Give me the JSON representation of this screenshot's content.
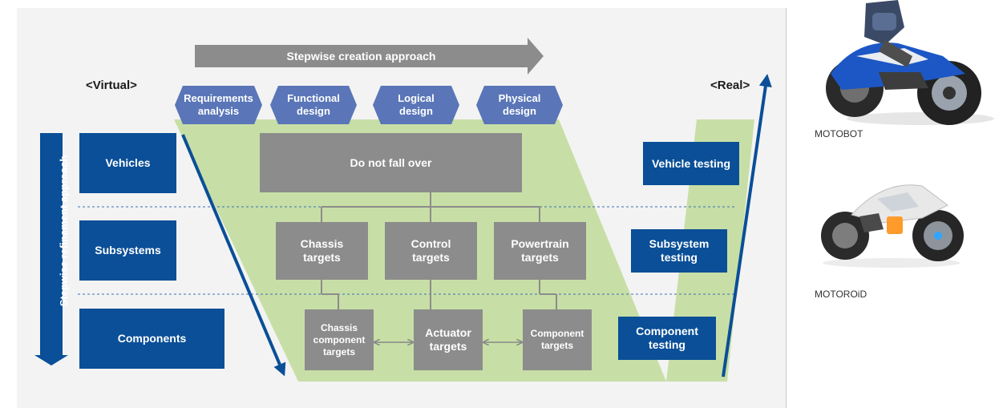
{
  "creation_arrow_label": "Stepwise creation approach",
  "refinement_arrow_label": "Stepwise refinement approach",
  "virtual_label": "<Virtual>",
  "real_label": "<Real>",
  "phases": [
    "Requirements\nanalysis",
    "Functional\ndesign",
    "Logical\ndesign",
    "Physical\ndesign"
  ],
  "levels": [
    "Vehicles",
    "Subsystems",
    "Components"
  ],
  "top_goal": "Do not fall over",
  "subsystem_targets": [
    "Chassis\ntargets",
    "Control\ntargets",
    "Powertrain\ntargets"
  ],
  "component_targets": [
    "Chassis\ncomponent\ntargets",
    "Actuator\ntargets",
    "Component\ntargets"
  ],
  "testing": [
    "Vehicle testing",
    "Subsystem\ntesting",
    "Component\ntesting"
  ],
  "photos": [
    {
      "caption": "MOTOBOT",
      "icon": "motorcycle-robot-image"
    },
    {
      "caption": "MOTOROiD",
      "icon": "motorcycle-image"
    }
  ],
  "colors": {
    "blue": "#0a4f97",
    "hex_blue": "#5a76b8",
    "grey": "#8c8c8c",
    "green": "#c7dfa6",
    "panel": "#f3f3f3"
  }
}
